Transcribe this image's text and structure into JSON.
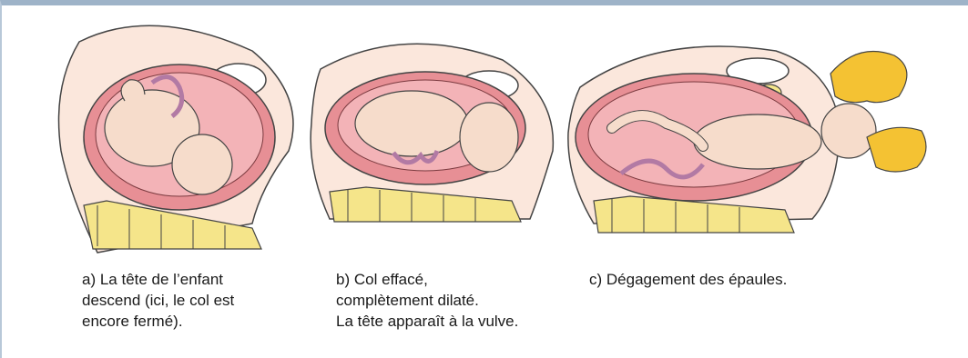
{
  "panels": [
    {
      "caption": "a) La tête de l’enfant\ndescend (ici, le col est\nencore fermé)."
    },
    {
      "caption": "b) Col effacé,\ncomplètement dilaté.\nLa tête apparaît à la vulve."
    },
    {
      "caption": "c) Dégagement des épaules."
    }
  ],
  "colors": {
    "frame": "#9eb3c8",
    "skin": "#f6dccb",
    "uterus_wall": "#e78f95",
    "amniotic": "#f3b3b7",
    "bone": "#f5e58a",
    "hand": "#f4c233",
    "cord": "#b27aa4"
  }
}
